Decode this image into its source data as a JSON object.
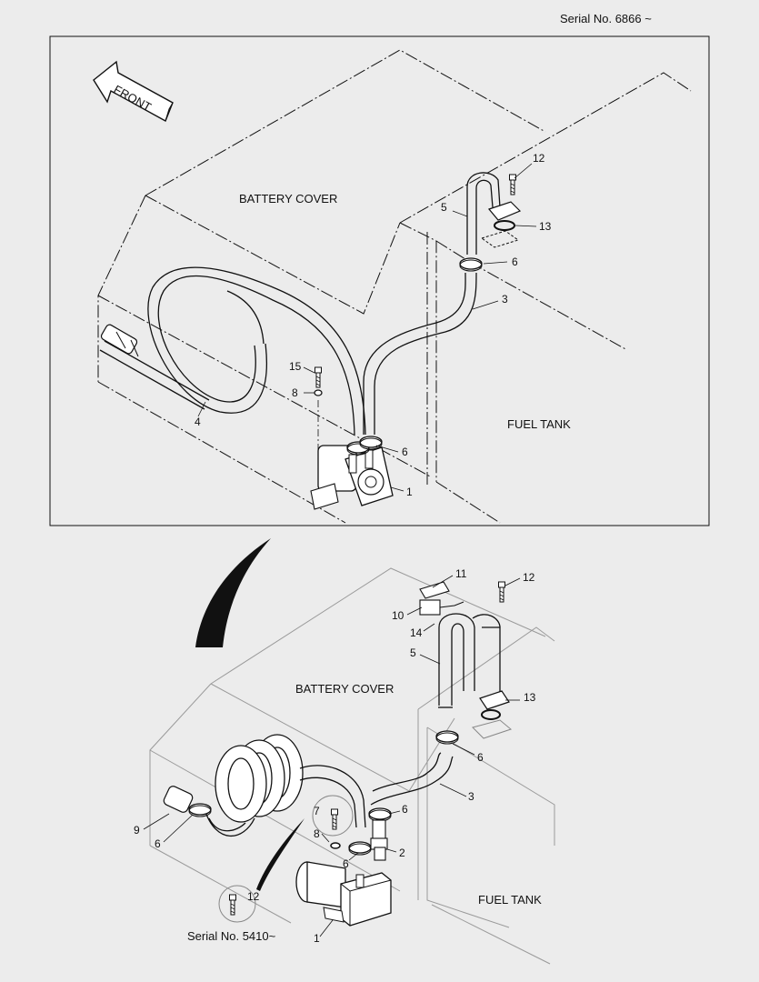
{
  "header": {
    "serial_top": "Serial No. 6866 ~"
  },
  "upper_diagram": {
    "battery_cover": "BATTERY COVER",
    "fuel_tank": "FUEL TANK",
    "front_label": "FRONT",
    "callouts": {
      "c1": "1",
      "c3": "3",
      "c4": "4",
      "c5": "5",
      "c6a": "6",
      "c6b": "6",
      "c8": "8",
      "c12": "12",
      "c13": "13",
      "c15": "15"
    }
  },
  "lower_diagram": {
    "battery_cover": "BATTERY COVER",
    "fuel_tank": "FUEL TANK",
    "serial_bottom": "Serial  No. 5410~",
    "callouts": {
      "c1": "1",
      "c2": "2",
      "c3": "3",
      "c5": "5",
      "c6a": "6",
      "c6b": "6",
      "c6c": "6",
      "c6d": "6",
      "c7": "7",
      "c8": "8",
      "c9": "9",
      "c10": "10",
      "c11": "11",
      "c12a": "12",
      "c12b": "12",
      "c13": "13",
      "c14": "14"
    }
  },
  "colors": {
    "background": "#ececec",
    "line": "#111111"
  }
}
